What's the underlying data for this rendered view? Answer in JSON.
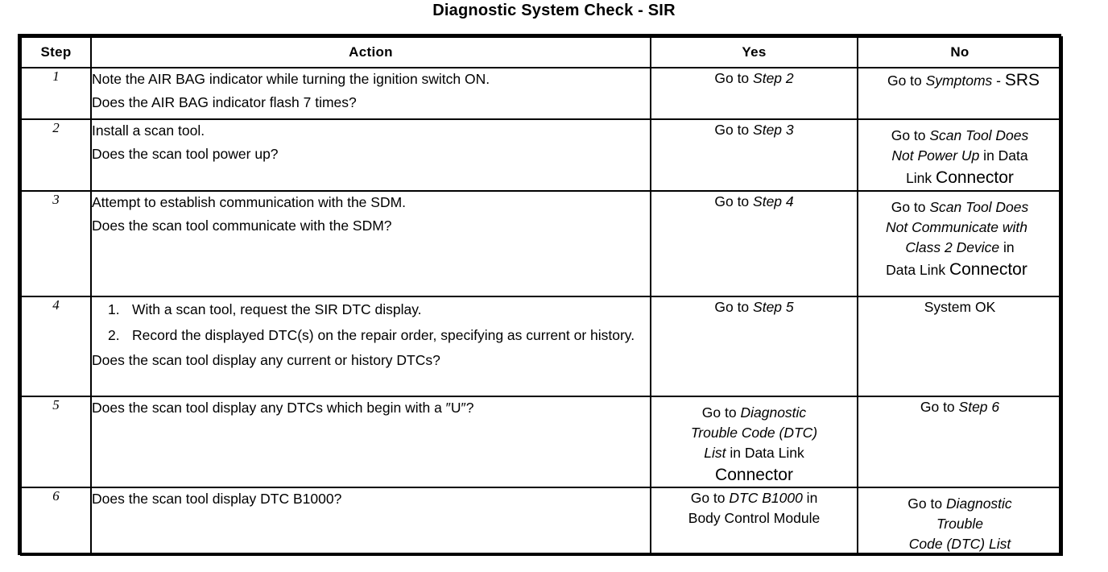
{
  "document": {
    "title": "Diagnostic System Check - SIR"
  },
  "table": {
    "headers": {
      "step": "Step",
      "action": "Action",
      "yes": "Yes",
      "no": "No"
    },
    "rows": [
      {
        "step": "1",
        "action_lines": [
          "Note the AIR BAG indicator while turning the ignition switch ON.",
          "Does the AIR BAG indicator flash 7 times?"
        ],
        "yes_lines": [
          "Go to ",
          "Step 2"
        ],
        "yes_plain": "Go to Step 2",
        "no_plain": "Go to Symptoms - SRS"
      },
      {
        "step": "2",
        "action_lines": [
          "Install a scan tool.",
          "Does the scan tool power up?"
        ],
        "yes_plain": "Go to Step 3",
        "no_plain": "Go to Scan Tool Does Not Power Up in Data Link Connector"
      },
      {
        "step": "3",
        "action_lines": [
          "Attempt to establish communication with the SDM.",
          "Does the scan tool communicate with the SDM?"
        ],
        "yes_plain": "Go to Step 4",
        "no_plain": "Go to Scan Tool Does Not Communicate with Class 2 Device in Data Link Connector"
      },
      {
        "step": "4",
        "numbered": [
          "With a scan tool, request the SIR DTC display.",
          "Record the displayed DTC(s) on the repair order, specifying as current or history."
        ],
        "action_question": "Does the scan tool display any current or history DTCs?",
        "yes_plain": "Go to Step 5",
        "no_plain": "System OK"
      },
      {
        "step": "5",
        "action_lines": [
          "Does the scan tool display any DTCs which begin with a ″U″?"
        ],
        "yes_plain": "Go to Diagnostic Trouble Code (DTC) List in Data Link Connector",
        "no_plain": "Go to Step 6"
      },
      {
        "step": "6",
        "action_lines": [
          "Does the scan tool display DTC B1000?"
        ],
        "yes_plain": "Go to DTC B1000 in Body Control Module",
        "no_plain": "Go to Diagnostic Trouble Code (DTC) List"
      }
    ],
    "cell_text": {
      "r1_action_l1": "Note the AIR BAG indicator while turning the ignition switch ON.",
      "r1_action_l2": "Does the AIR BAG indicator flash 7 times?",
      "r1_yes_a": "Go to ",
      "r1_yes_b": "Step 2",
      "r1_no_a": "Go to ",
      "r1_no_b": "Symptoms",
      "r1_no_c": " - ",
      "r1_no_d": "SRS",
      "r2_action_l1": "Install a scan tool.",
      "r2_action_l2": "Does the scan tool power up?",
      "r2_yes_a": "Go to ",
      "r2_yes_b": "Step 3",
      "r2_no_l1a": "Go to ",
      "r2_no_l1b": "Scan Tool Does",
      "r2_no_l2a": "Not Power Up",
      "r2_no_l2b": " in Data",
      "r2_no_l3a": "Link ",
      "r2_no_l3b": "Connector",
      "r3_action_l1": "Attempt to establish communication with the SDM.",
      "r3_action_l2": "Does the scan tool communicate with the SDM?",
      "r3_yes_a": "Go to ",
      "r3_yes_b": "Step 4",
      "r3_no_l1a": "Go to ",
      "r3_no_l1b": "Scan Tool Does",
      "r3_no_l2": "Not Communicate with",
      "r3_no_l3a": "Class 2 Device",
      "r3_no_l3b": " in",
      "r3_no_l4a": "Data Link ",
      "r3_no_l4b": "Connector",
      "r4_item1": "With a scan tool, request the SIR DTC display.",
      "r4_item2": "Record the displayed DTC(s) on the repair order, specifying as current or history.",
      "r4_question": "Does the scan tool display any current or history DTCs?",
      "r4_yes_a": "Go to ",
      "r4_yes_b": "Step 5",
      "r4_no": "System OK",
      "r5_action_l1": "Does the scan tool display any DTCs which begin with a ″U″?",
      "r5_yes_l1a": "Go to ",
      "r5_yes_l1b": "Diagnostic",
      "r5_yes_l2": "Trouble Code (DTC)",
      "r5_yes_l3a": "List",
      "r5_yes_l3b": " in Data Link",
      "r5_yes_l4": "Connector",
      "r5_no_a": "Go to ",
      "r5_no_b": "Step 6",
      "r6_action_l1": "Does the scan tool display DTC B1000?",
      "r6_yes_l1a": "Go to ",
      "r6_yes_l1b": "DTC B1000",
      "r6_yes_l1c": " in",
      "r6_yes_l2": "Body Control Module",
      "r6_no_l1a": "Go to ",
      "r6_no_l1b": "Diagnostic",
      "r6_no_l2": "Trouble",
      "r6_no_l3": "Code (DTC) List"
    }
  }
}
